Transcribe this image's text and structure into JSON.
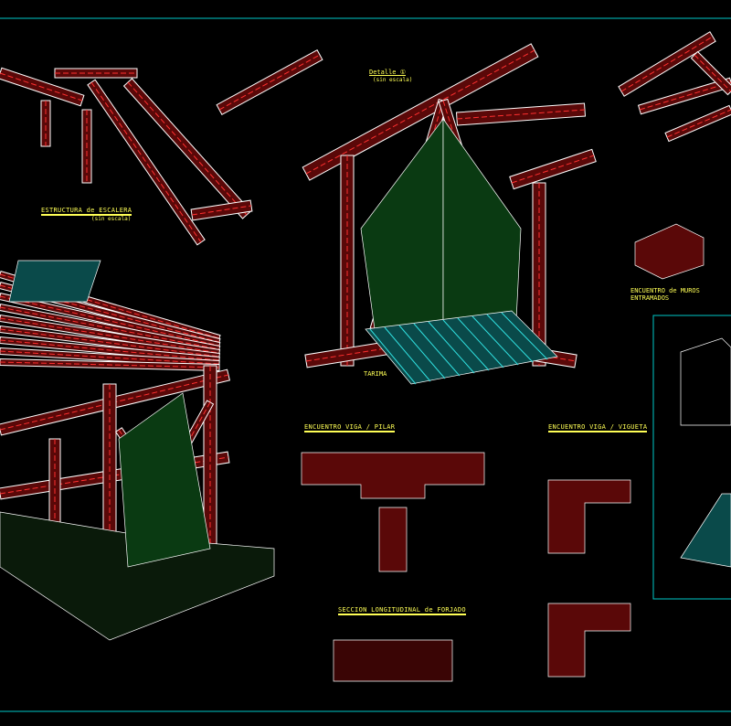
{
  "drawing": {
    "colors": {
      "background": "#000000",
      "timber": "#7a0a0a",
      "grain": "#ff3030",
      "outline": "#ffffff",
      "frame": "#00c8c8",
      "fill_green": "#22c84a",
      "floor_cyan": "#30e0e0",
      "label": "#ffff55"
    },
    "titles": {
      "detail_title": "Detalle ①",
      "detail_scale": "(sin escala)",
      "stair_title": "ESTRUCTURA de ESCALERA",
      "stair_scale": "(sin escala)",
      "beam_pillar": "ENCUENTRO VIGA / PILAR",
      "beam_joist": "ENCUENTRO VIGA / VIGUETA",
      "floor_section": "SECCION LONGITUDINAL de FORJADO",
      "walls_joint_1": "ENCUENTRO de MUROS",
      "walls_joint_2": "ENTRAMADOS",
      "floorboard": "TARIMA"
    }
  }
}
